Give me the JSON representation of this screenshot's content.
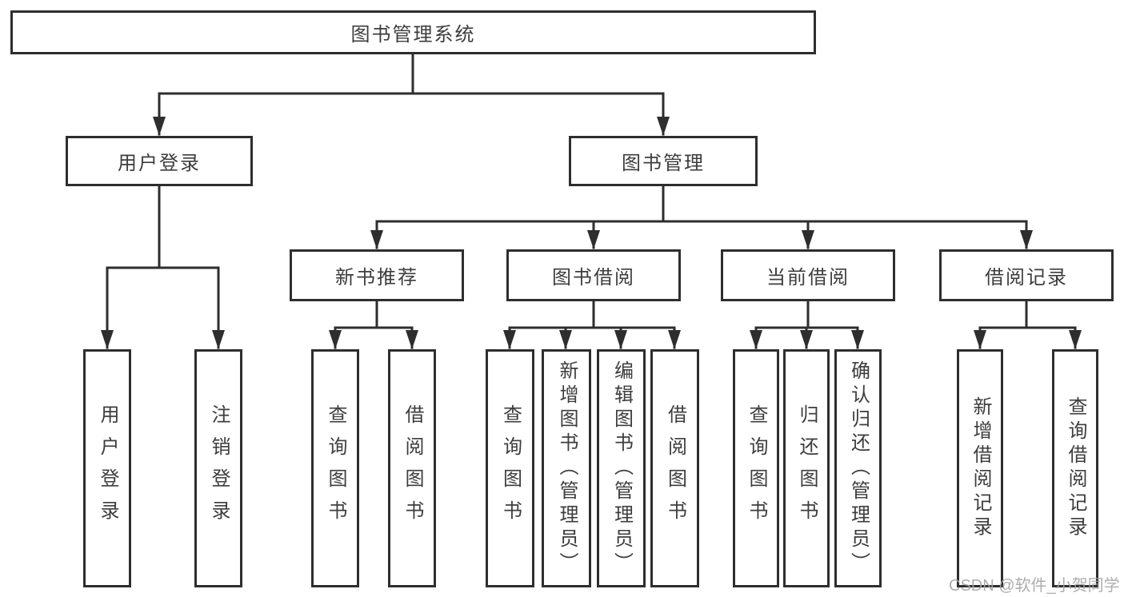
{
  "diagram": {
    "title": "图书管理系统",
    "type": "functional-structure-tree"
  },
  "colors": {
    "line": "#2e2e2e",
    "box_border": "#2e2e2e",
    "text": "#3d3d3d",
    "background": "#ffffff",
    "watermark": "#a5a5a5"
  },
  "nodes": [
    {
      "id": "root",
      "label": "图书管理系统"
    },
    {
      "id": "user-login",
      "label": "用户登录"
    },
    {
      "id": "book-management",
      "label": "图书管理"
    },
    {
      "id": "new-book-recommend",
      "label": "新书推荐"
    },
    {
      "id": "book-borrow",
      "label": "图书借阅"
    },
    {
      "id": "current-borrow",
      "label": "当前借阅"
    },
    {
      "id": "borrow-records",
      "label": "借阅记录"
    },
    {
      "id": "leaf-user-login",
      "label": "用户登录"
    },
    {
      "id": "leaf-logout",
      "label": "注销登录"
    },
    {
      "id": "leaf-query-books-1",
      "label": "查询图书"
    },
    {
      "id": "leaf-borrow-books-1",
      "label": "借阅图书"
    },
    {
      "id": "leaf-query-books-2",
      "label": "查询图书"
    },
    {
      "id": "leaf-add-books",
      "label": "新增图书（管理员）"
    },
    {
      "id": "leaf-edit-books",
      "label": "编辑图书（管理员）"
    },
    {
      "id": "leaf-borrow-books-2",
      "label": "借阅图书"
    },
    {
      "id": "leaf-query-books-3",
      "label": "查询图书"
    },
    {
      "id": "leaf-return-books",
      "label": "归还图书"
    },
    {
      "id": "leaf-confirm-return",
      "label": "确认归还（管理员）"
    },
    {
      "id": "leaf-add-borrow-rec",
      "label": "新增借阅记录"
    },
    {
      "id": "leaf-query-borrow-rec",
      "label": "查询借阅记录"
    }
  ],
  "edges": [
    {
      "from": "root",
      "to": "user-login"
    },
    {
      "from": "root",
      "to": "book-management"
    },
    {
      "from": "user-login",
      "to": "leaf-user-login"
    },
    {
      "from": "user-login",
      "to": "leaf-logout"
    },
    {
      "from": "book-management",
      "to": "new-book-recommend"
    },
    {
      "from": "book-management",
      "to": "book-borrow"
    },
    {
      "from": "book-management",
      "to": "current-borrow"
    },
    {
      "from": "book-management",
      "to": "borrow-records"
    },
    {
      "from": "new-book-recommend",
      "to": "leaf-query-books-1"
    },
    {
      "from": "new-book-recommend",
      "to": "leaf-borrow-books-1"
    },
    {
      "from": "book-borrow",
      "to": "leaf-query-books-2"
    },
    {
      "from": "book-borrow",
      "to": "leaf-add-books"
    },
    {
      "from": "book-borrow",
      "to": "leaf-edit-books"
    },
    {
      "from": "book-borrow",
      "to": "leaf-borrow-books-2"
    },
    {
      "from": "current-borrow",
      "to": "leaf-query-books-3"
    },
    {
      "from": "current-borrow",
      "to": "leaf-return-books"
    },
    {
      "from": "current-borrow",
      "to": "leaf-confirm-return"
    },
    {
      "from": "borrow-records",
      "to": "leaf-add-borrow-rec"
    },
    {
      "from": "borrow-records",
      "to": "leaf-query-borrow-rec"
    }
  ],
  "watermark": {
    "text": "CSDN @软件_小贺同学"
  }
}
